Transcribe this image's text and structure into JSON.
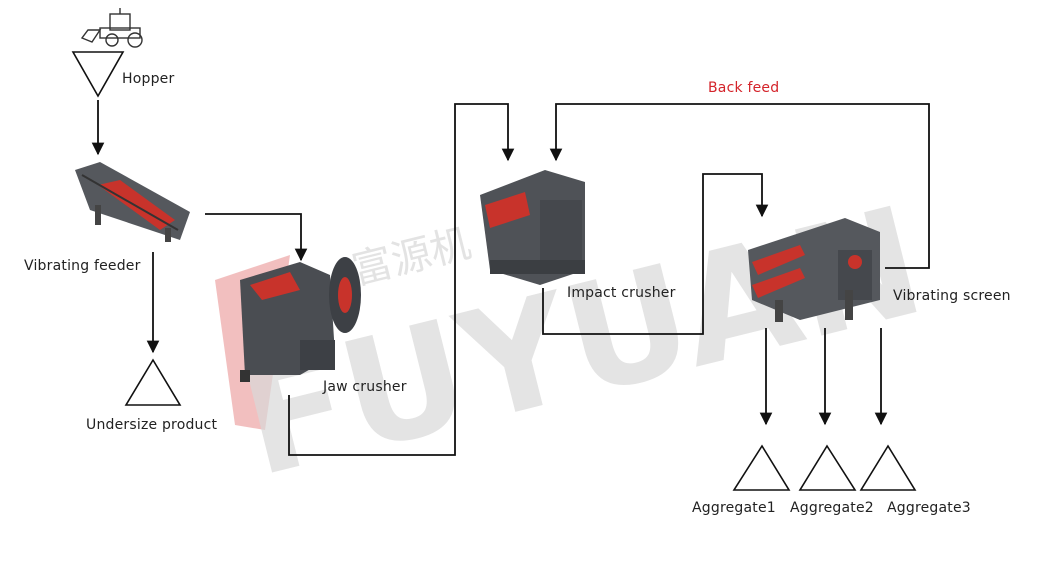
{
  "labels": {
    "hopper": "Hopper",
    "vibrating_feeder": "Vibrating feeder",
    "undersize_product": "Undersize product",
    "jaw_crusher": "Jaw crusher",
    "impact_crusher": "Impact crusher",
    "vibrating_screen": "Vibrating screen",
    "back_feed": "Back feed",
    "aggregate1": "Aggregate1",
    "aggregate2": "Aggregate2",
    "aggregate3": "Aggregate3"
  },
  "watermark": {
    "logo_text": "FUYUAN",
    "logo_cn": "富源机"
  },
  "colors": {
    "accent_red": "#d4232a",
    "line": "#111111",
    "machine_body": "#4a4d52",
    "machine_red": "#c8332b",
    "watermark": "#d9d9d9"
  }
}
